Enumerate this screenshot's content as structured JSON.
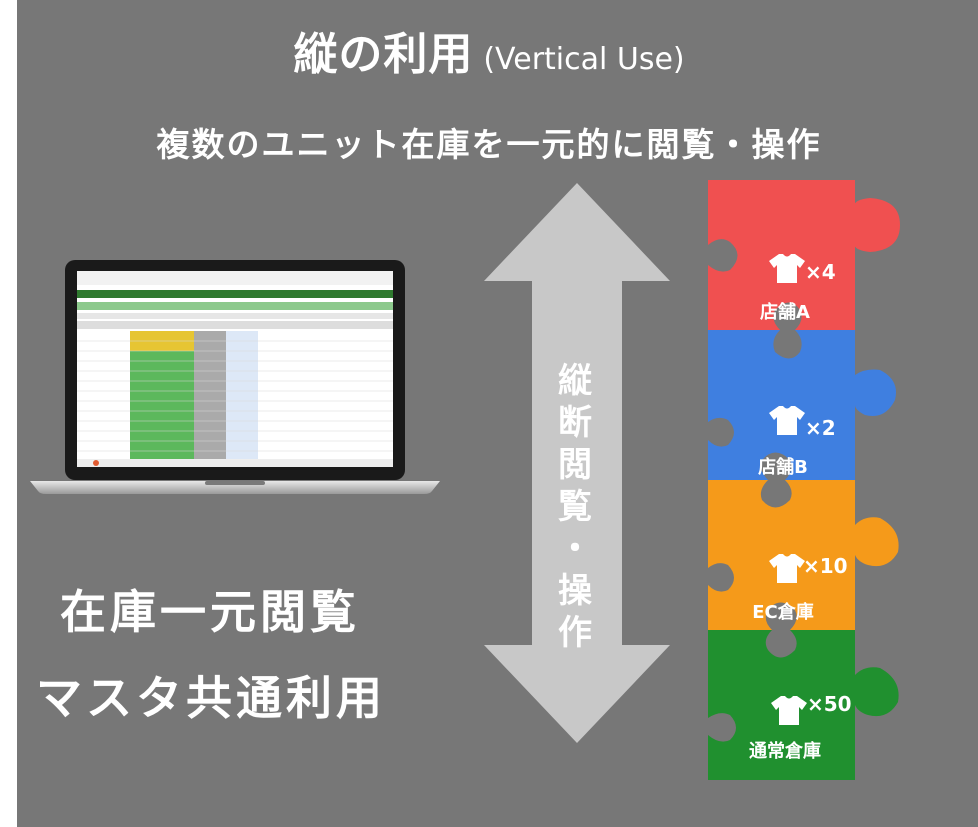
{
  "header": {
    "title": "縦の利用",
    "title_en": "(Vertical Use)",
    "subtitle": "複数のユニット在庫を一元的に閲覧・操作"
  },
  "features": [
    "在庫一元閲覧",
    "マスタ共通利用"
  ],
  "arrow": {
    "label_chars": [
      "縦",
      "断",
      "閲",
      "覧",
      "・",
      "操",
      "作"
    ],
    "color": "#c8c8c8"
  },
  "units": [
    {
      "name": "店舗A",
      "qty": "×4",
      "color": "#f05050",
      "icon": "tshirt-icon"
    },
    {
      "name": "店舗B",
      "qty": "×2",
      "color": "#3f7fe0",
      "icon": "tshirt-icon"
    },
    {
      "name": "EC倉庫",
      "qty": "×10",
      "color": "#f59a1a",
      "icon": "tshirt-icon"
    },
    {
      "name": "通常倉庫",
      "qty": "×50",
      "color": "#20902f",
      "icon": "tshirt-icon"
    }
  ],
  "colors": {
    "background": "#777777",
    "text": "#ffffff"
  }
}
